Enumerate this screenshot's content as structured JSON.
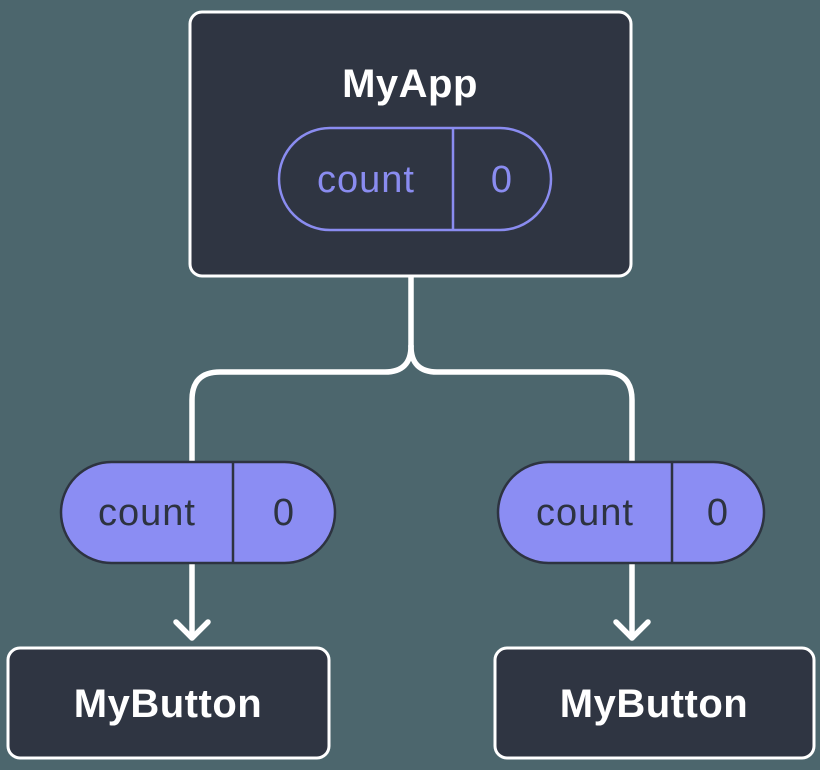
{
  "diagram": {
    "type": "component-tree",
    "colors": {
      "background": "#4C666D",
      "node_fill": "#2F3542",
      "node_border": "#FFFFFF",
      "connector": "#FFFFFF",
      "pill_fill": "#8B8DF3",
      "pill_outline_stroke": "#8A8CF0",
      "pill_dark_border": "#2D3340",
      "pill_dark_text": "#2D3340",
      "pill_purple_text": "#8A8CF0",
      "node_text": "#FFFFFF"
    },
    "root_node": {
      "label": "MyApp",
      "state_pill": {
        "name": "count",
        "value": "0"
      }
    },
    "left_prop_pill": {
      "name": "count",
      "value": "0"
    },
    "right_prop_pill": {
      "name": "count",
      "value": "0"
    },
    "left_child_node": {
      "label": "MyButton"
    },
    "right_child_node": {
      "label": "MyButton"
    }
  }
}
